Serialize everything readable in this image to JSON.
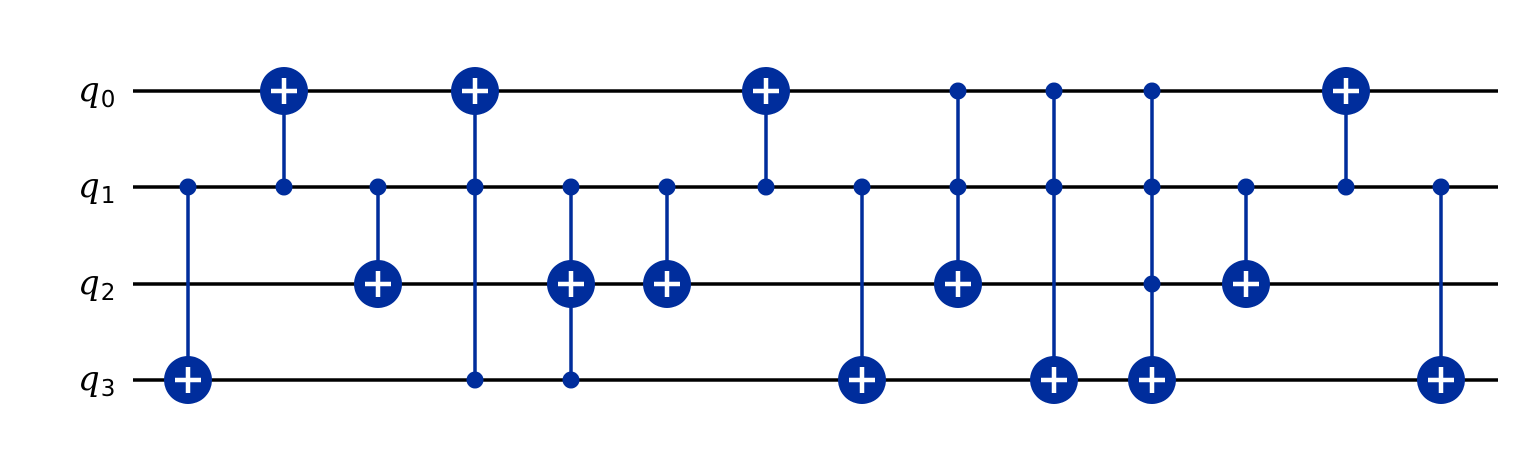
{
  "colors": {
    "wire": "#000000",
    "gate": "#002D9C",
    "gate_symbol": "#FFFFFF",
    "background": "#FFFFFF"
  },
  "qubits": [
    {
      "base": "q",
      "sub": "0"
    },
    {
      "base": "q",
      "sub": "1"
    },
    {
      "base": "q",
      "sub": "2"
    },
    {
      "base": "q",
      "sub": "3"
    }
  ],
  "gates": [
    {
      "type": "cx",
      "controls": [
        1
      ],
      "target": 3
    },
    {
      "type": "cx",
      "controls": [
        1
      ],
      "target": 0
    },
    {
      "type": "cx",
      "controls": [
        1
      ],
      "target": 2
    },
    {
      "type": "cx",
      "controls": [
        1,
        3
      ],
      "target": 0
    },
    {
      "type": "cx",
      "controls": [
        1,
        3
      ],
      "target": 2
    },
    {
      "type": "cx",
      "controls": [
        1
      ],
      "target": 2
    },
    {
      "type": "cx",
      "controls": [
        1
      ],
      "target": 0
    },
    {
      "type": "cx",
      "controls": [
        1
      ],
      "target": 3
    },
    {
      "type": "cx",
      "controls": [
        0,
        1
      ],
      "target": 2
    },
    {
      "type": "cx",
      "controls": [
        0,
        1
      ],
      "target": 3
    },
    {
      "type": "cx",
      "controls": [
        0,
        1,
        2
      ],
      "target": 3
    },
    {
      "type": "cx",
      "controls": [
        1
      ],
      "target": 2
    },
    {
      "type": "cx",
      "controls": [
        1
      ],
      "target": 0
    },
    {
      "type": "cx",
      "controls": [
        1
      ],
      "target": 3
    }
  ]
}
